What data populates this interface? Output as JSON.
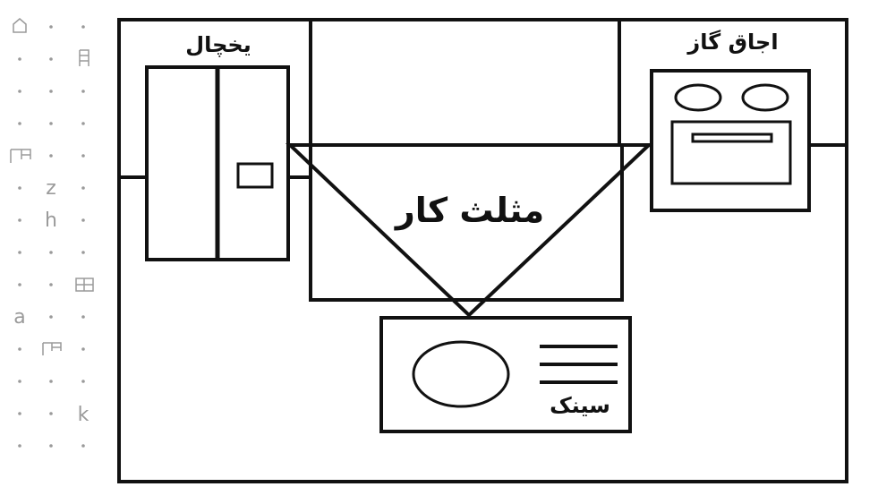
{
  "labels": {
    "refrigerator": "یخچال",
    "stove": "اجاق گاز",
    "sink": "سینک",
    "work_triangle": "مثلث کار"
  },
  "watermark": {
    "letters": [
      "z",
      "h",
      "a",
      "k"
    ],
    "icons": [
      "house-outline-icon",
      "grid-block-icon",
      "grid-block-icon",
      "grid-block-icon",
      "grid-block-icon"
    ]
  },
  "colors": {
    "stroke": "#111111",
    "background": "#ffffff",
    "watermark": "#9a9a9a"
  }
}
